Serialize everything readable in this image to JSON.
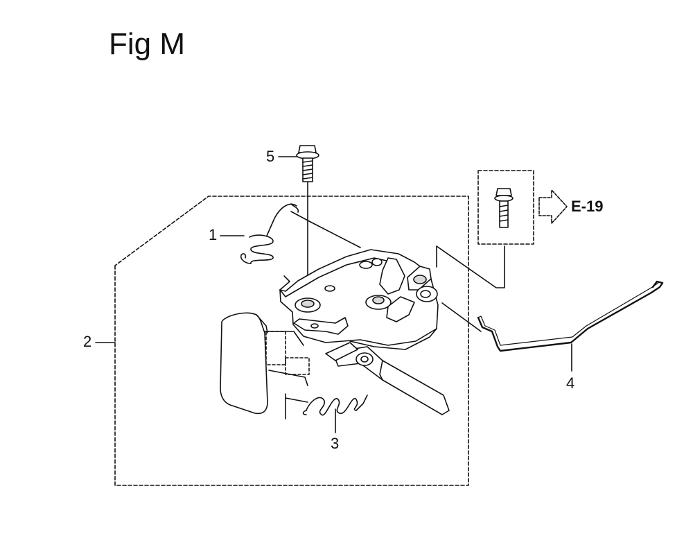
{
  "title": "Fig M",
  "callouts": [
    {
      "id": "1",
      "label": "1"
    },
    {
      "id": "2",
      "label": "2"
    },
    {
      "id": "3",
      "label": "3"
    },
    {
      "id": "4",
      "label": "4"
    },
    {
      "id": "5",
      "label": "5"
    }
  ],
  "reference": {
    "label": "E-19"
  },
  "colors": {
    "line": "#111111",
    "fill": "#ffffff",
    "shade": "#d9d9d9"
  }
}
